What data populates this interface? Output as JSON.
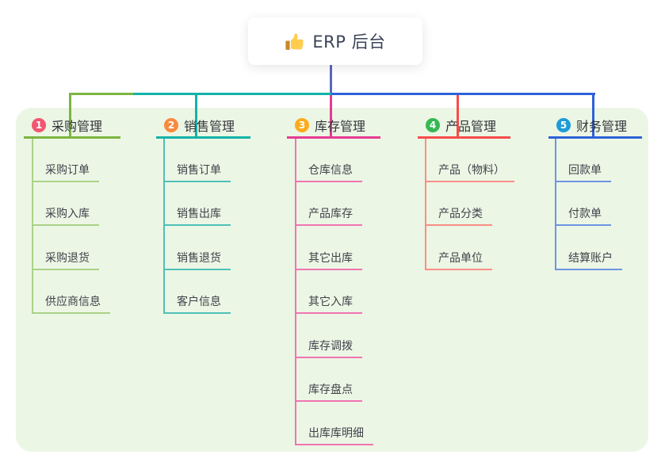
{
  "root": {
    "label": "ERP 后台",
    "icon": "thumbs-up-icon"
  },
  "colors": {
    "panel_bg": "#ECF6E5",
    "root_stem": "#5A68C4",
    "root_text": "#3B4356",
    "header_text": "#34353B",
    "child_text": "#3F434A"
  },
  "branches": [
    {
      "badge": "1",
      "badge_color": "#F25670",
      "title": "采购管理",
      "line_color": "#7CB540",
      "child_line_color": "#A9D287",
      "children": [
        "采购订单",
        "采购入库",
        "采购退货",
        "供应商信息"
      ]
    },
    {
      "badge": "2",
      "badge_color": "#F88A3E",
      "title": "销售管理",
      "line_color": "#12B3A8",
      "child_line_color": "#4FC0B6",
      "children": [
        "销售订单",
        "销售出库",
        "销售退货",
        "客户信息"
      ]
    },
    {
      "badge": "3",
      "badge_color": "#FAAC1B",
      "title": "库存管理",
      "line_color": "#E63B93",
      "child_line_color": "#F175B2",
      "children": [
        "仓库信息",
        "产品库存",
        "其它出库",
        "其它入库",
        "库存调拨",
        "库存盘点",
        "出库库明细"
      ]
    },
    {
      "badge": "4",
      "badge_color": "#36B853",
      "title": "产品管理",
      "line_color": "#F84B4B",
      "child_line_color": "#FA8E85",
      "children": [
        "产品（物料）",
        "产品分类",
        "产品单位"
      ]
    },
    {
      "badge": "5",
      "badge_color": "#1E9BD7",
      "title": "财务管理",
      "line_color": "#2D62DA",
      "child_line_color": "#6C96E2",
      "children": [
        "回款单",
        "付款单",
        "结算账户"
      ]
    }
  ]
}
